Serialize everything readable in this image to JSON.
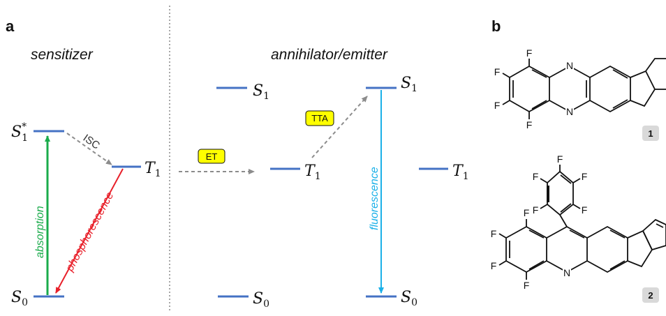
{
  "panels": {
    "a": "a",
    "b": "b"
  },
  "sensitizer": {
    "title": "sensitizer",
    "s1_star": {
      "letter": "S",
      "sub": "1",
      "sup": "*"
    },
    "t1": {
      "letter": "T",
      "sub": "1"
    },
    "s0": {
      "letter": "S",
      "sub": "0"
    },
    "absorption": "absorption",
    "phosphorescence": "phosphorescence",
    "isc": "ISC"
  },
  "transfer": {
    "et": "ET"
  },
  "annihilator": {
    "title": "annihilator/emitter",
    "s1_left": {
      "letter": "S",
      "sub": "1"
    },
    "s0_left": {
      "letter": "S",
      "sub": "0"
    },
    "t1_left": {
      "letter": "T",
      "sub": "1"
    },
    "s1_right": {
      "letter": "S",
      "sub": "1"
    },
    "s0_right": {
      "letter": "S",
      "sub": "0"
    },
    "t1_right": {
      "letter": "T",
      "sub": "1"
    },
    "tta": "TTA",
    "fluorescence": "fluorescence"
  },
  "molecules": {
    "m1": {
      "badge": "1",
      "atoms": {
        "n1": "N",
        "n2": "N",
        "f1": "F",
        "f2": "F",
        "f3": "F",
        "f4": "F"
      }
    },
    "m2": {
      "badge": "2",
      "atoms": {
        "n": "N",
        "f1": "F",
        "f2": "F",
        "f3": "F",
        "f4": "F",
        "pf1": "F",
        "pf2": "F",
        "pf3": "F",
        "pf4": "F",
        "pf5": "F"
      }
    }
  },
  "colors": {
    "level": "#4472c4",
    "absorption": "#1aab4b",
    "phosphorescence": "#e8202a",
    "fluorescence": "#1ab0e8",
    "dashed": "#8c8c8c",
    "label_box": "#ffff00"
  }
}
